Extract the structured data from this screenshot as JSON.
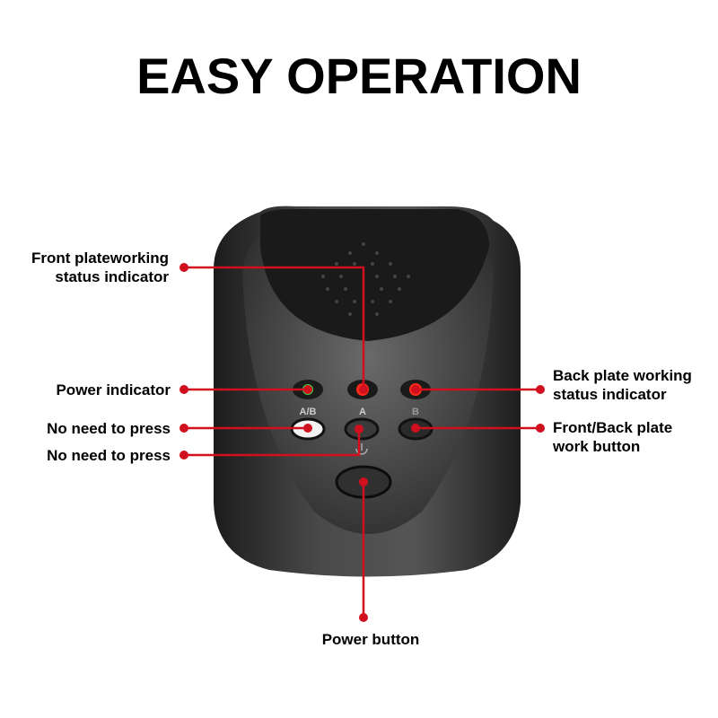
{
  "title": "EASY OPERATION",
  "callouts": {
    "front_status": [
      "Front plateworking",
      "status indicator"
    ],
    "power_indicator": "Power indicator",
    "no_press_1": "No need to press",
    "no_press_2": "No need to press",
    "back_status": [
      "Back plate working",
      "status indicator"
    ],
    "front_back_button": [
      "Front/Back plate",
      "work button"
    ],
    "power_button": "Power button"
  },
  "device_labels": {
    "ab": "A/B",
    "a": "A",
    "b": "B"
  },
  "colors": {
    "callout": "#d0101e",
    "device": "#2b2b2b",
    "led_green": "#3fd24a",
    "led_red": "#ff2a1a"
  }
}
